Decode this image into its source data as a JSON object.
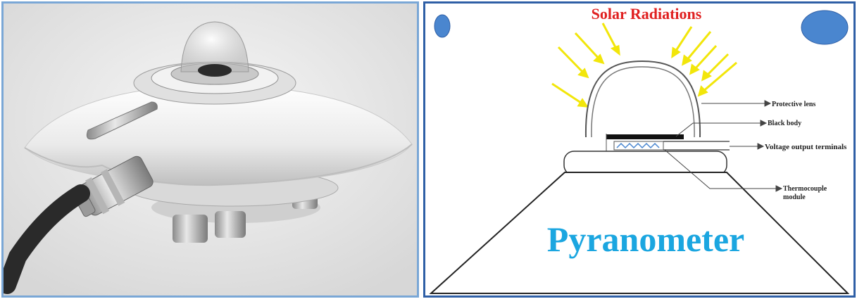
{
  "photo": {
    "subject": "pyranometer-device"
  },
  "diagram": {
    "heading": "Solar Radiations",
    "title": "Pyranometer",
    "labels": {
      "protective_lens": "Protective lens",
      "black_body": "Black body",
      "voltage_output": "Voltage output terminals",
      "thermocouple_line1": "Thermocouple",
      "thermocouple_line2": "module"
    }
  },
  "colors": {
    "heading": "#e02020",
    "title": "#1ba6e0",
    "rays": "#f2e60a",
    "ovals": "#4a86cf",
    "photo_border": "#7aa7d6",
    "diagram_border": "#2f5fa6"
  }
}
